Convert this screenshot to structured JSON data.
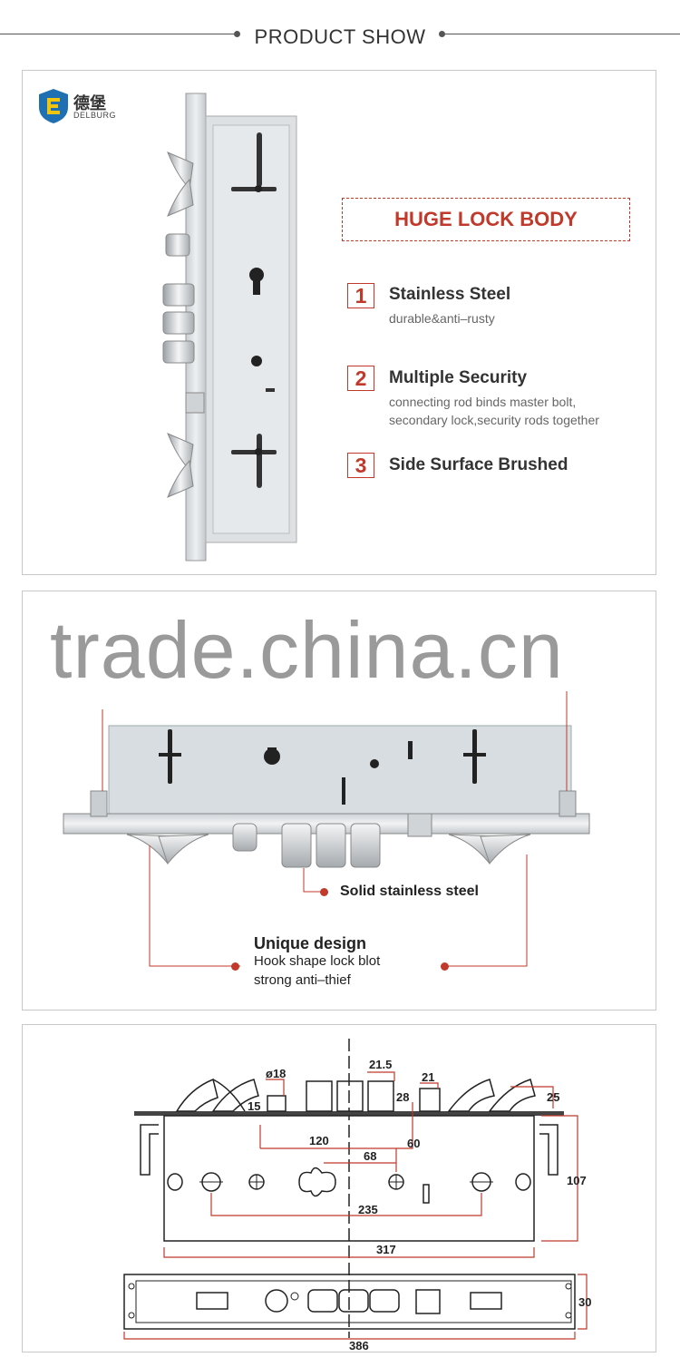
{
  "header": {
    "title": "PRODUCT SHOW"
  },
  "brand": {
    "logo_text": "德堡",
    "logo_sub": "DELBURG"
  },
  "panel1": {
    "headline": "HUGE  LOCK BODY",
    "features": [
      {
        "num": "1",
        "title": "Stainless Steel",
        "desc_lines": [
          "durable&anti–rusty"
        ]
      },
      {
        "num": "2",
        "title": "Multiple Security",
        "desc_lines": [
          "connecting rod binds master bolt,",
          "secondary lock,security rods together"
        ]
      },
      {
        "num": "3",
        "title": "Side Surface Brushed",
        "desc_lines": []
      }
    ]
  },
  "panel2": {
    "watermark": "trade.china.cn",
    "solid_label": "Solid stainless steel",
    "unique_title": "Unique design",
    "unique_line1": "Hook shape lock blot",
    "unique_line2": "strong  anti–thief"
  },
  "panel3": {
    "dims": {
      "d18": "ø18",
      "d21_5": "21.5",
      "d21": "21",
      "d28": "28",
      "d25": "25",
      "d15": "15",
      "d120": "120",
      "d60": "60",
      "d68": "68",
      "d107": "107",
      "d235": "235",
      "d317": "317",
      "d30": "30",
      "d386": "386"
    }
  },
  "colors": {
    "accent": "#c0392b",
    "steel": "#d9dde0",
    "line": "#555555"
  }
}
